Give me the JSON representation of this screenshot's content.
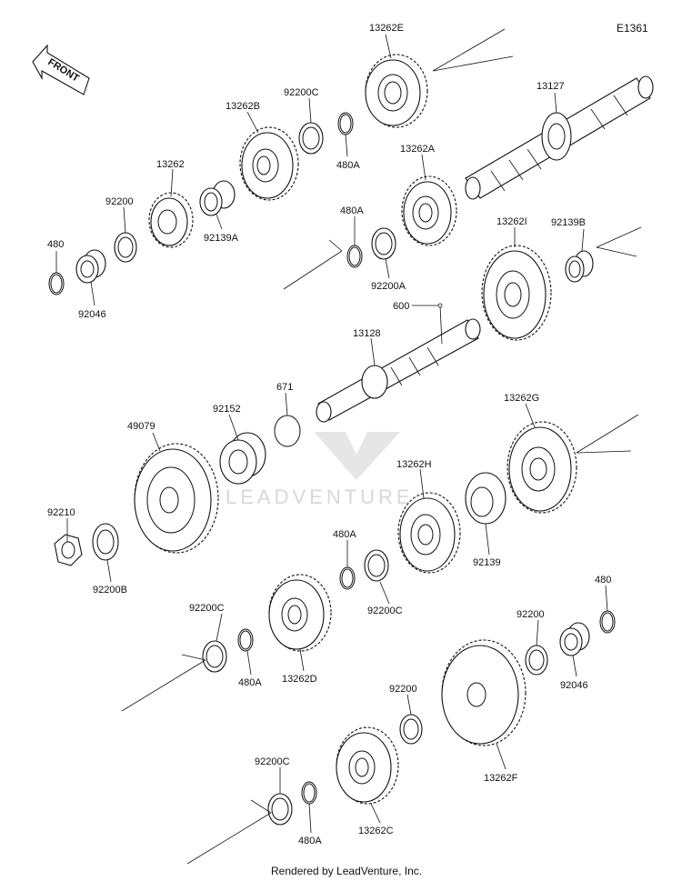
{
  "diagram_code": "E1361",
  "front_label": "FRONT",
  "watermark": "LEADVENTURE",
  "footer": "Rendered by LeadVenture, Inc.",
  "labels": {
    "p13262E": "13262E",
    "p13127": "13127",
    "p92200C_top": "92200C",
    "p13262B": "13262B",
    "p480A_top": "480A",
    "p13262A": "13262A",
    "p13262": "13262",
    "p92200_left": "92200",
    "p92139A": "92139A",
    "p480A_mid": "480A",
    "p92200A": "92200A",
    "p13262I": "13262I",
    "p92139B": "92139B",
    "p480_left": "480",
    "p92046_left": "92046",
    "p600": "600",
    "p13128": "13128",
    "p671": "671",
    "p92152": "92152",
    "p49079": "49079",
    "p13262G": "13262G",
    "p13262H": "13262H",
    "p92210": "92210",
    "p92200B": "92200B",
    "p480A_c": "480A",
    "p92139": "92139",
    "p92200C_c": "92200C",
    "p92200C_d": "92200C",
    "p480A_d": "480A",
    "p13262D": "13262D",
    "p480_right": "480",
    "p92200_right": "92200",
    "p92046_right": "92046",
    "p92200_f": "92200",
    "p13262F": "13262F",
    "p92200C_bottom": "92200C",
    "p480A_bottom": "480A",
    "p13262C": "13262C"
  }
}
